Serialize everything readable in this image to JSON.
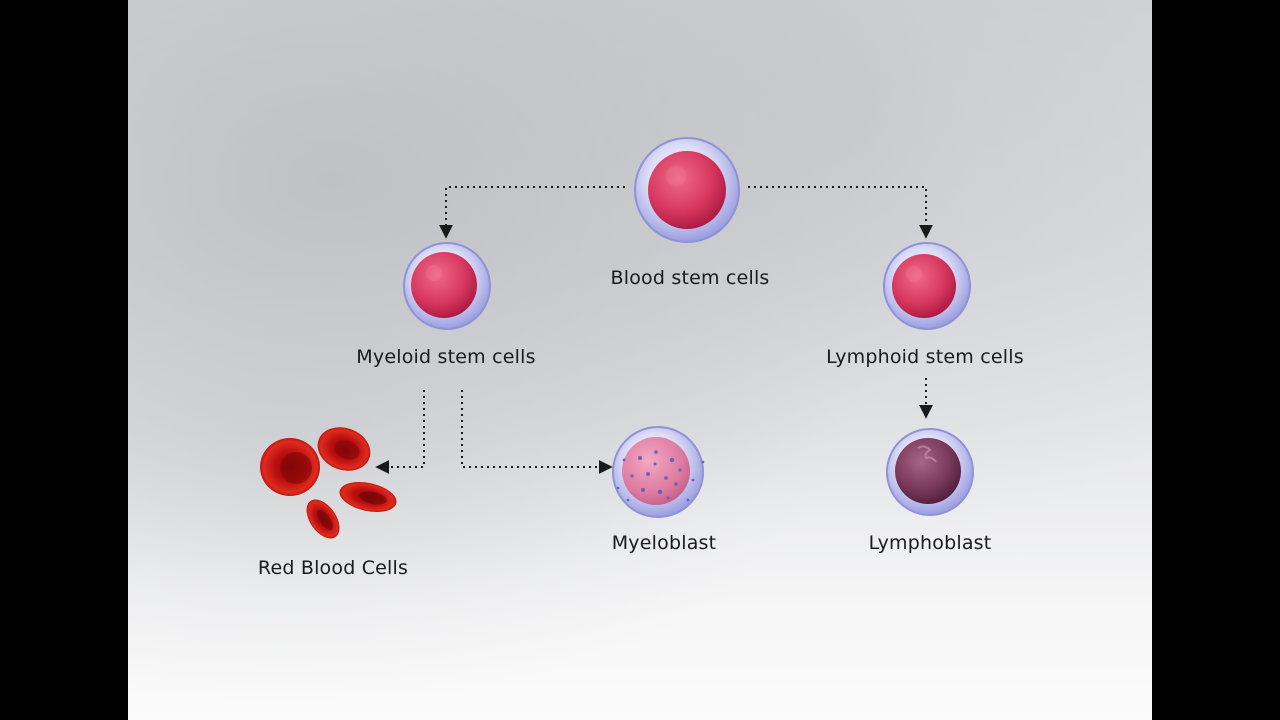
{
  "nodes": {
    "blood_stem": "Blood stem cells",
    "myeloid_stem": "Myeloid stem cells",
    "lymphoid_stem": "Lymphoid stem cells",
    "red_blood_cells": "Red Blood Cells",
    "myeloblast": "Myeloblast",
    "lymphoblast": "Lymphoblast"
  },
  "colors": {
    "membrane": "#c9cbef",
    "membrane_edge": "#8f92d6",
    "nucleus": "#d8385f",
    "nucleus_dark": "#a8173f",
    "lymphoblast_nucleus": "#7a3a5c",
    "rbc": "#c81010",
    "rbc_dark": "#7a0606",
    "arrow": "#1a1a1a"
  }
}
